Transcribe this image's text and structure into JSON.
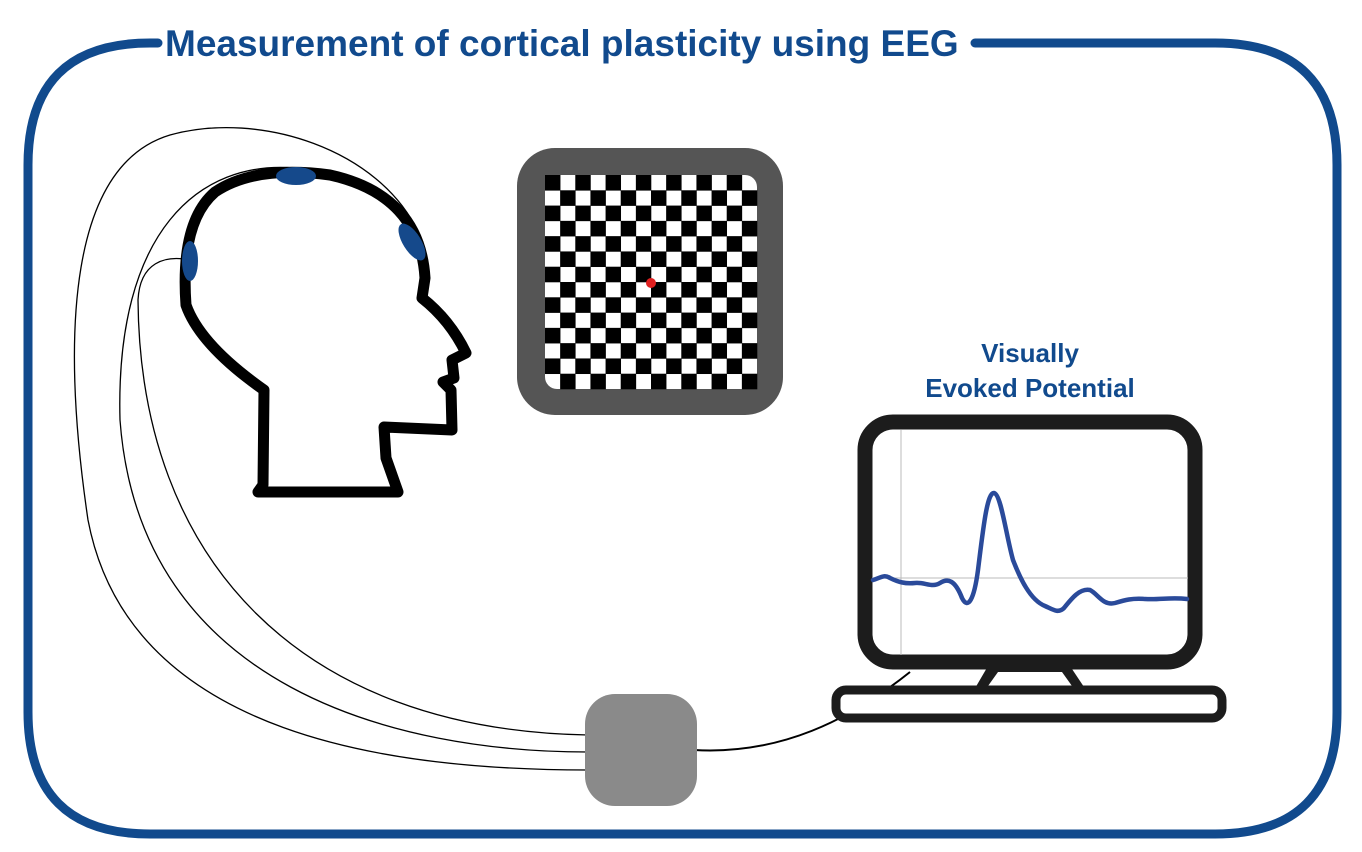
{
  "title": "Measurement of cortical plasticity using EEG",
  "monitor_label": {
    "line1": "Visually",
    "line2": "Evoked Potential"
  },
  "colors": {
    "frame": "#114a8d",
    "electrode": "#15498b",
    "head_outline": "#000000",
    "stimulus_border": "#555555",
    "fixation_dot": "#e02020",
    "amplifier": "#8a8a8a",
    "monitor": "#1c1c1c",
    "waveform": "#2a4a9a"
  },
  "icons": {
    "head": "head-profile-icon",
    "stimulus": "checkerboard-icon",
    "amplifier": "amplifier-box-icon",
    "monitor": "monitor-icon"
  },
  "stimulus": {
    "grid_rows": 14,
    "grid_cols": 14
  },
  "electrodes": [
    "frontal",
    "vertex",
    "occipital"
  ]
}
